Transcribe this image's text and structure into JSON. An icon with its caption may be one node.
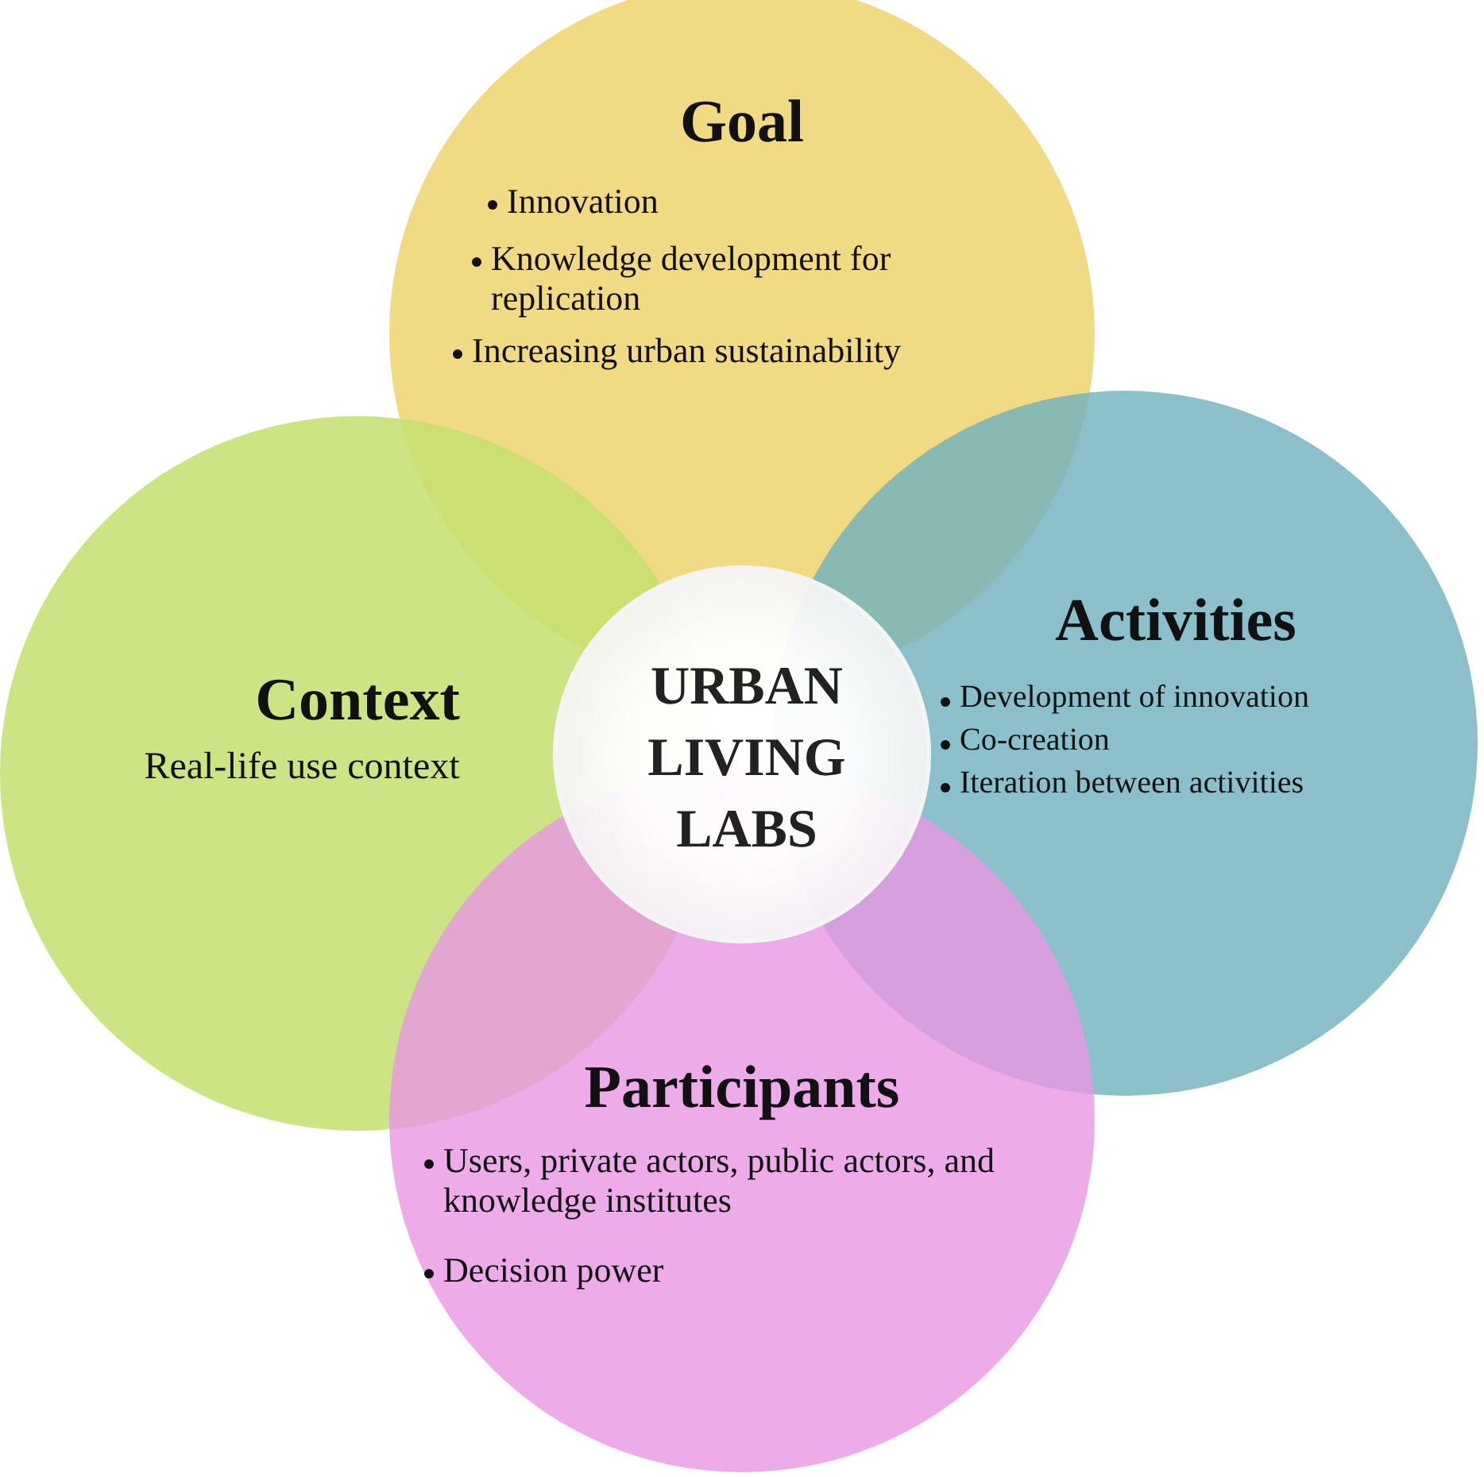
{
  "diagram": {
    "nodes": [
      {
        "text": [
          "Goal",
          "Innovation",
          "Knowledge development for replication",
          "Increasing urban sustainability"
        ]
      },
      {
        "text": [
          "Context",
          "Real-life use context"
        ]
      },
      {
        "text": [
          "URBAN LIVING LABS"
        ]
      },
      {
        "text": [
          "Activities",
          "Development of innovation",
          "Co-creation",
          "Iteration between activities"
        ]
      },
      {
        "text": [
          "Participants",
          "Users, private actors, public actors, and knowledge institutes",
          "Decision power"
        ]
      }
    ]
  }
}
